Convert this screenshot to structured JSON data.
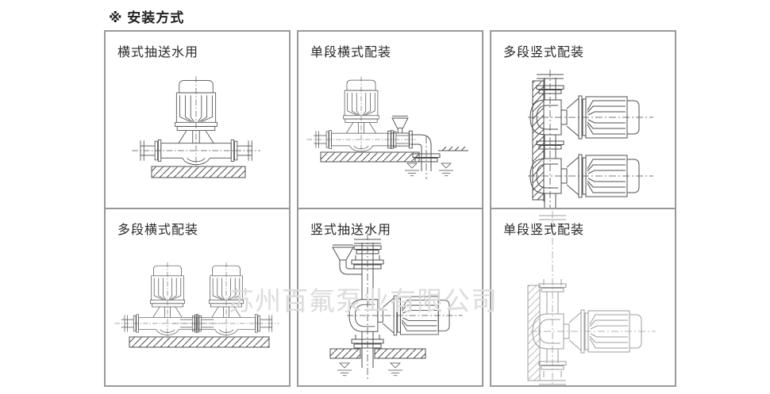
{
  "page": {
    "title": "※ 安装方式"
  },
  "watermark": {
    "text": "苏州百氟泵业有限公司"
  },
  "colors": {
    "panel_border": "#999999",
    "line_art": "#4f4f4f",
    "line_art_faded": "#9e9e9e",
    "watermark": "#dcdcdc",
    "title_text": "#1f1f1f",
    "label_text": "#2a2a2a"
  },
  "panels": [
    {
      "label": "横式抽送水用",
      "diagram": "vertical-inline-pump-on-horizontal-pipe-over-hatched-ground"
    },
    {
      "label": "单段横式配装",
      "diagram": "inline-pump-with-valve-and-elbow-dropping-into-water"
    },
    {
      "label": "多段竖式配装",
      "diagram": "two-horizontal-pumps-stacked-on-vertical-pipe-along-hatched-wall"
    },
    {
      "label": "多段横式配装",
      "diagram": "two-inline-pumps-in-series-on-horizontal-pipe-over-hatched-ground"
    },
    {
      "label": "竖式抽送水用",
      "diagram": "pump-on-vertical-pipe-with-priming-funnel-through-floor-into-water"
    },
    {
      "label": "单段竖式配装",
      "diagram": "single-horizontal-pump-on-vertical-pipe-along-hatched-wall"
    }
  ]
}
